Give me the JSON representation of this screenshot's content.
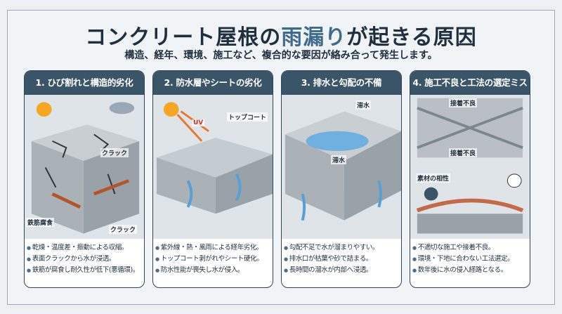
{
  "title": {
    "pre": "コンクリート屋根の",
    "highlight": "雨漏り",
    "post": "が起きる原因"
  },
  "subtitle": "構造、経年、環境、施工など、複合的な要因が絡み合って発生します。",
  "panels": [
    {
      "heading": "1. ひび割れと構造的劣化",
      "labels": [
        "クラック",
        "鉄筋腐食",
        "クラック"
      ],
      "bullets": [
        "乾燥・温度差・振動による収縮。",
        "表面クラックから水が浸透。",
        "鉄筋が腐食し耐久性が低下(悪循環)。"
      ]
    },
    {
      "heading": "2. 防水層やシートの劣化",
      "labels": [
        "UV",
        "トップコート"
      ],
      "bullets": [
        "紫外線・熱・風雨による経年劣化。",
        "トップコート剥がれやシート硬化。",
        "防水性能が喪失し水が侵入。"
      ]
    },
    {
      "heading": "3. 排水と勾配の不備",
      "labels": [
        "滞水",
        "滞水"
      ],
      "bullets": [
        "勾配不足で水が溜まりやすい。",
        "排水口が枯葉や砂で詰まる。",
        "長時間の溜水が内部へ浸透。"
      ]
    },
    {
      "heading": "4. 施工不良と工法の選定ミス",
      "labels": [
        "接着不良",
        "接着不良",
        "素材の相性"
      ],
      "bullets": [
        "不適切な施工や接着不良。",
        "環境・下地に合わない工法選定。",
        "数年後に水の侵入経路となる。"
      ]
    }
  ],
  "colors": {
    "header": "#3b5568",
    "accent": "#3f6a8c",
    "water": "#6fb0de",
    "concrete": "#b9bfc4"
  }
}
